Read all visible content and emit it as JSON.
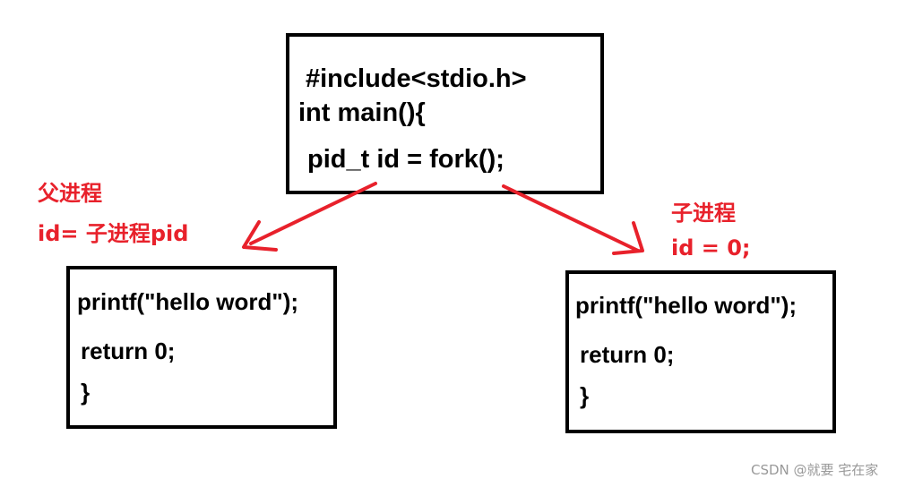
{
  "main_box": {
    "lines": [
      "#include<stdio.h>",
      "int main(){",
      "pid_t id = fork();"
    ]
  },
  "parent_box": {
    "lines": [
      "printf(\"hello word\");",
      "return 0;",
      "}"
    ]
  },
  "child_box": {
    "lines": [
      "printf(\"hello word\");",
      "return 0;",
      "}"
    ]
  },
  "parent_label": {
    "title": "父进程",
    "value": "id= 子进程pid"
  },
  "child_label": {
    "title": "子进程",
    "value": "id = 0;"
  },
  "watermark": "CSDN @就要 宅在家",
  "colors": {
    "annotation": "#e8212b",
    "border": "#000000",
    "watermark": "#999999"
  }
}
